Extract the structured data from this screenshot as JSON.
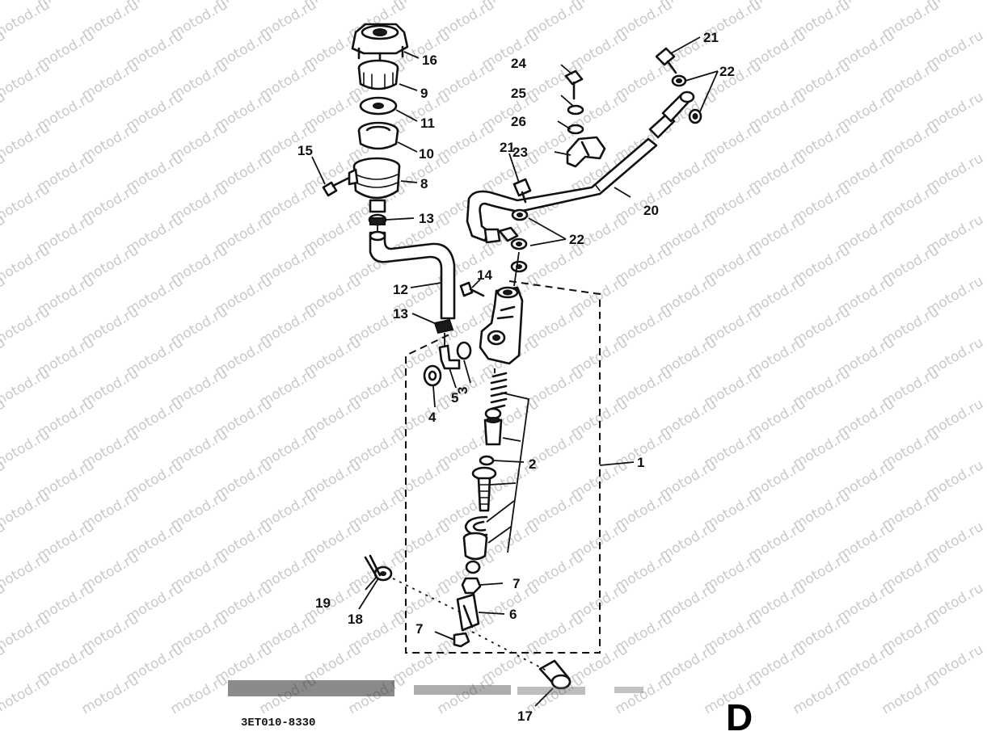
{
  "watermark": "motod.ru",
  "drawing_code": "3ET010-8330",
  "section_letter": "D",
  "callouts": {
    "c1": "1",
    "c2": "2",
    "c3": "3",
    "c4": "4",
    "c5": "5",
    "c6": "6",
    "c7a": "7",
    "c7b": "7",
    "c8": "8",
    "c9": "9",
    "c10": "10",
    "c11": "11",
    "c12": "12",
    "c13a": "13",
    "c13b": "13",
    "c14": "14",
    "c15": "15",
    "c16": "16",
    "c17": "17",
    "c18": "18",
    "c19": "19",
    "c20": "20",
    "c21a": "21",
    "c21b": "21",
    "c22a": "22",
    "c22b": "22",
    "c23": "23",
    "c24": "24",
    "c25": "25",
    "c26": "26"
  }
}
